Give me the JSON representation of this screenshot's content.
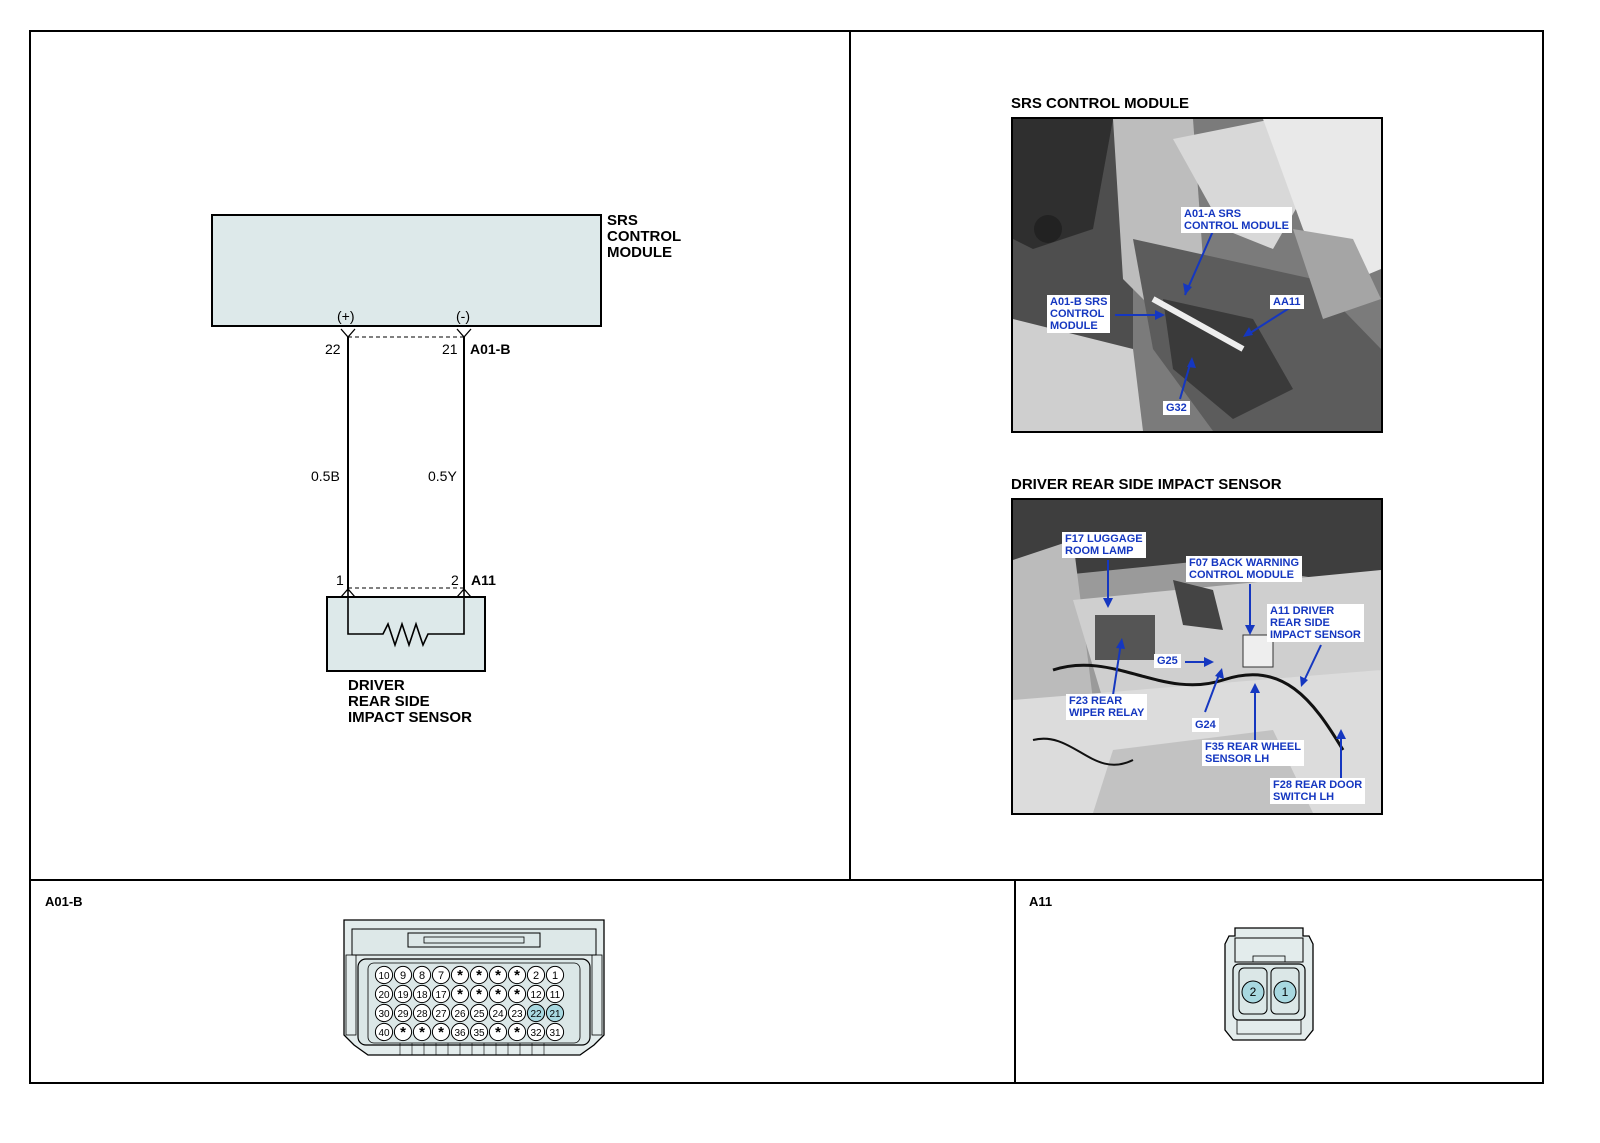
{
  "schematic": {
    "srs_module_label": [
      "SRS",
      "CONTROL",
      "MODULE"
    ],
    "plus_sign": "(+)",
    "minus_sign": "(-)",
    "pin_22": "22",
    "pin_21": "21",
    "connector_a01b": "A01-B",
    "wire_left": "0.5B",
    "wire_right": "0.5Y",
    "pin_1": "1",
    "pin_2": "2",
    "connector_a11": "A11",
    "sensor_label": [
      "DRIVER",
      "REAR SIDE",
      "IMPACT SENSOR"
    ]
  },
  "photos": {
    "srs_title": "SRS CONTROL MODULE",
    "srs_callouts": {
      "a01a": "A01-A SRS\nCONTROL MODULE",
      "a01b": "A01-B SRS\nCONTROL\nMODULE",
      "aa11": "AA11",
      "g32": "G32"
    },
    "sensor_title": "DRIVER REAR SIDE IMPACT SENSOR",
    "sensor_callouts": {
      "f17": "F17 LUGGAGE\nROOM LAMP",
      "f07": "F07 BACK WARNING\nCONTROL MODULE",
      "a11": "A11 DRIVER\nREAR SIDE\nIMPACT SENSOR",
      "g25": "G25",
      "f23": "F23 REAR\nWIPER RELAY",
      "g24": "G24",
      "f35": "F35 REAR WHEEL\nSENSOR LH",
      "f28": "F28 REAR DOOR\nSWITCH LH"
    }
  },
  "connectors": {
    "a01b_title": "A01-B",
    "a11_title": "A11",
    "a01b_rows": [
      [
        "10",
        "9",
        "8",
        "7",
        "*",
        "*",
        "*",
        "*",
        "2",
        "1"
      ],
      [
        "20",
        "19",
        "18",
        "17",
        "*",
        "*",
        "*",
        "*",
        "12",
        "11"
      ],
      [
        "30",
        "29",
        "28",
        "27",
        "26",
        "25",
        "24",
        "23",
        "22",
        "21"
      ],
      [
        "40",
        "*",
        "*",
        "*",
        "36",
        "35",
        "*",
        "*",
        "32",
        "31"
      ]
    ],
    "a01b_highlight": [
      "22",
      "21"
    ],
    "a11_pins": [
      "2",
      "1"
    ],
    "highlight_color": "#a8d8e0"
  }
}
